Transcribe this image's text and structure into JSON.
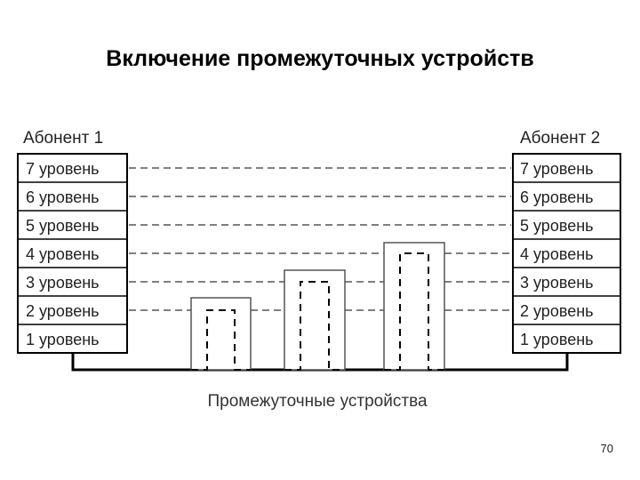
{
  "slide": {
    "title": "Включение промежуточных устройств",
    "page_number": "70"
  },
  "diagram": {
    "left_label": "Абонент 1",
    "right_label": "Абонент 2",
    "levels": [
      "7 уровень",
      "6 уровень",
      "5 уровень",
      "4 уровень",
      "3 уровень",
      "2 уровень",
      "1 уровень"
    ],
    "devices_caption": "Промежуточные устройства"
  }
}
